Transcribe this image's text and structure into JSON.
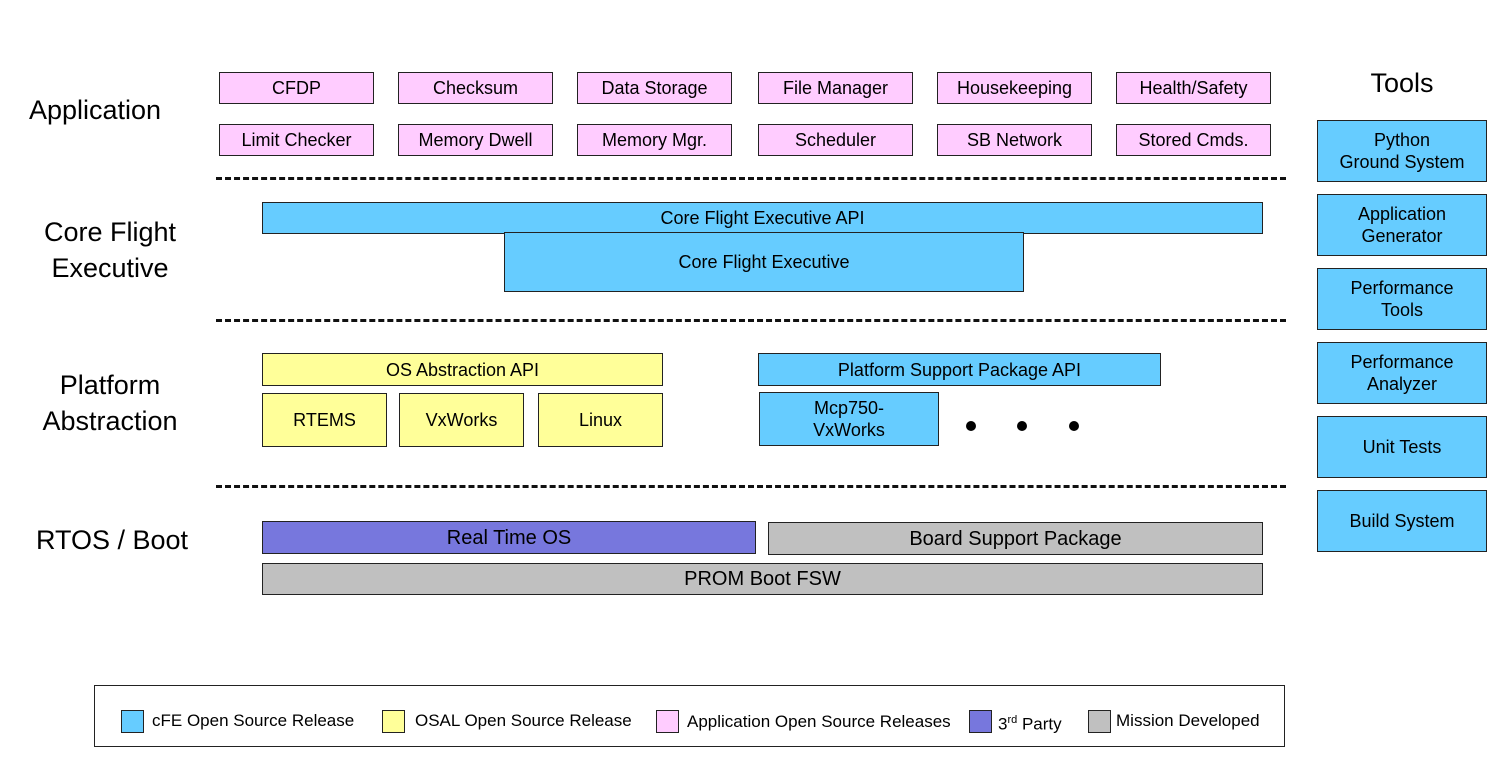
{
  "layers": {
    "application": "Application",
    "core": "Core Flight\nExecutive",
    "platform": "Platform\nAbstraction",
    "rtos": "RTOS / Boot"
  },
  "tools": {
    "title": "Tools",
    "items": [
      "Python\nGround System",
      "Application\nGenerator",
      "Performance\nTools",
      "Performance\nAnalyzer",
      "Unit Tests",
      "Build System"
    ]
  },
  "apps": {
    "row1": [
      "CFDP",
      "Checksum",
      "Data Storage",
      "File Manager",
      "Housekeeping",
      "Health/Safety"
    ],
    "row2": [
      "Limit Checker",
      "Memory Dwell",
      "Memory Mgr.",
      "Scheduler",
      "SB Network",
      "Stored Cmds."
    ]
  },
  "core": {
    "api": "Core Flight Executive API",
    "executive": "Core Flight Executive"
  },
  "platform": {
    "osal_api": "OS Abstraction API",
    "osal_impls": [
      "RTEMS",
      "VxWorks",
      "Linux"
    ],
    "psp_api": "Platform Support Package API",
    "psp_impl": "Mcp750-\nVxWorks"
  },
  "rtos": {
    "rtos_label": "Real Time OS",
    "bsp_label": "Board Support Package",
    "boot_label": "PROM Boot FSW"
  },
  "legend": {
    "cfe": "cFE Open Source Release",
    "osal": "OSAL Open Source Release",
    "apps": "Application Open Source Releases",
    "third_prefix": "3",
    "third_sup": "rd",
    "third_suffix": " Party",
    "mission": "Mission Developed"
  },
  "colors": {
    "cfe": "#66ccff",
    "osal": "#ffff99",
    "apps": "#ffccff",
    "third_party": "#7777dd",
    "mission": "#c0c0c0"
  }
}
